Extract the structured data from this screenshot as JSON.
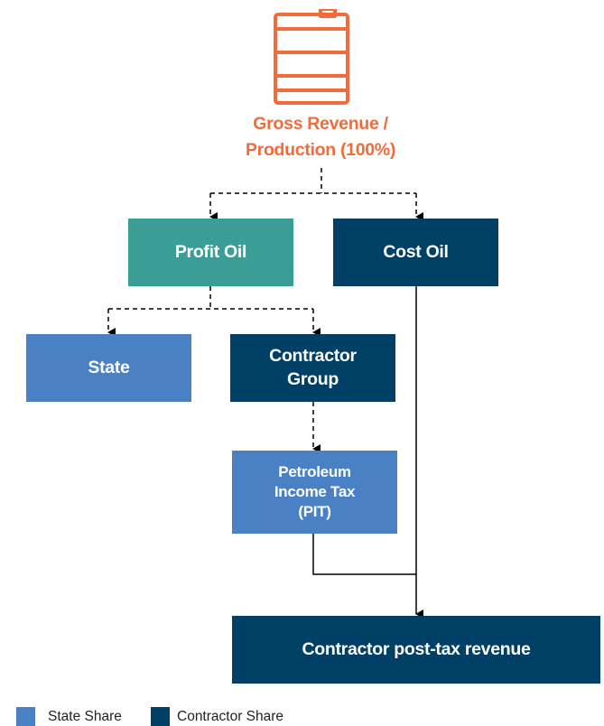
{
  "gross": {
    "icon": "oil-barrel-icon",
    "label_line1": "Gross Revenue /",
    "label_line2": "Production (100%)"
  },
  "nodes": {
    "profit_oil": "Profit Oil",
    "cost_oil": "Cost Oil",
    "state": "State",
    "contractor_group_line1": "Contractor",
    "contractor_group_line2": "Group",
    "pit_line1": "Petroleum",
    "pit_line2": "Income Tax",
    "pit_line3": "(PIT)",
    "post_tax": "Contractor post-tax revenue"
  },
  "legend": {
    "state_share": "State Share",
    "contractor_share": "Contractor Share"
  },
  "colors": {
    "accent_orange": "#f26b3a",
    "profit_oil_teal": "#3a9d96",
    "contractor_navy": "#003f66",
    "state_blue": "#4a80c4"
  }
}
